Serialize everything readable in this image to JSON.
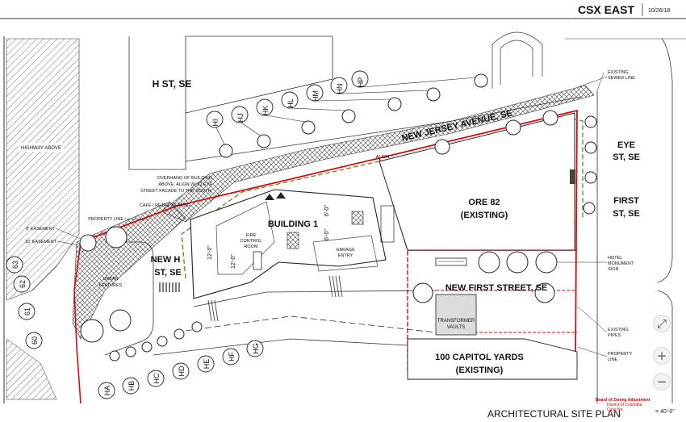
{
  "header": {
    "project": "CSX EAST",
    "date": "10/26/18"
  },
  "footer": {
    "sheet_title": "ARCHITECTURAL SITE PLAN",
    "scale": "= 40'-0\""
  },
  "stamp": {
    "line1": "Board of Zoning Adjustment",
    "line2": "District of Columbia",
    "line3": "Case No."
  },
  "streets": {
    "h_st": "H ST, SE",
    "new_jersey": "NEW JERSEY AVENUE, SE",
    "eye": [
      "EYE",
      "ST, SE"
    ],
    "first": [
      "FIRST",
      "ST, SE"
    ],
    "new_h": [
      "NEW H",
      "ST, SE"
    ],
    "new_first": "NEW FIRST STREET, SE"
  },
  "buildings": {
    "building1": "BUILDING 1",
    "ore82": [
      "ORE 82",
      "(EXISTING)"
    ],
    "capitol_yards": [
      "100 CAPITOL YARDS",
      "(EXISTING)"
    ],
    "transformer": [
      "TRANSFORMER",
      "VAULTS"
    ],
    "fire_control": [
      "FIRE",
      "CONTROL",
      "ROOM"
    ],
    "garage": [
      "GARAGE",
      "ENTRY"
    ]
  },
  "annotations": {
    "highway": "HIGHWAY ABOVE",
    "sewer": [
      "EXISTING",
      "SEWER LINE"
    ],
    "overhang": [
      "OVERHANG OF BUILDING",
      "ABOVE. ALIGN W/ 82 EYE",
      "STREET FACADE TO THE SOUTH."
    ],
    "cafe": "CAFE / RETAIL SEATING",
    "property_line": "PROPERTY LINE",
    "easement8": "8' EASEMENT",
    "easement15": "15' EASEMENT",
    "urban": [
      "URBAN",
      "FEATURES"
    ],
    "align": "ALIGN",
    "hotel": [
      "HOTEL",
      "MONUMENT",
      "SIGN"
    ],
    "pipes": [
      "EXISTING",
      "PIPES"
    ],
    "property_line2": [
      "PROPERTY",
      "LINE"
    ],
    "dim_12a": "12'-0\"",
    "dim_12b": "12'-0\"",
    "dim_6a": "6'-0\"",
    "dim_6b": "6'-0\""
  },
  "tree_tags": {
    "top": [
      "HI",
      "HJ",
      "HK",
      "HL",
      "HM",
      "HN",
      "HP"
    ],
    "bottom": [
      "HA",
      "HB",
      "HC",
      "HD",
      "HE",
      "HF",
      "HG"
    ],
    "left": [
      "63",
      "62",
      "61",
      "60"
    ]
  },
  "controls": {
    "fit": "⤢",
    "zoom_in": "+",
    "zoom_out": "−"
  },
  "colors": {
    "property_line": "#cc1111",
    "green_dash": "#5a8a2a",
    "line": "#222222",
    "hatch": "#555555"
  }
}
